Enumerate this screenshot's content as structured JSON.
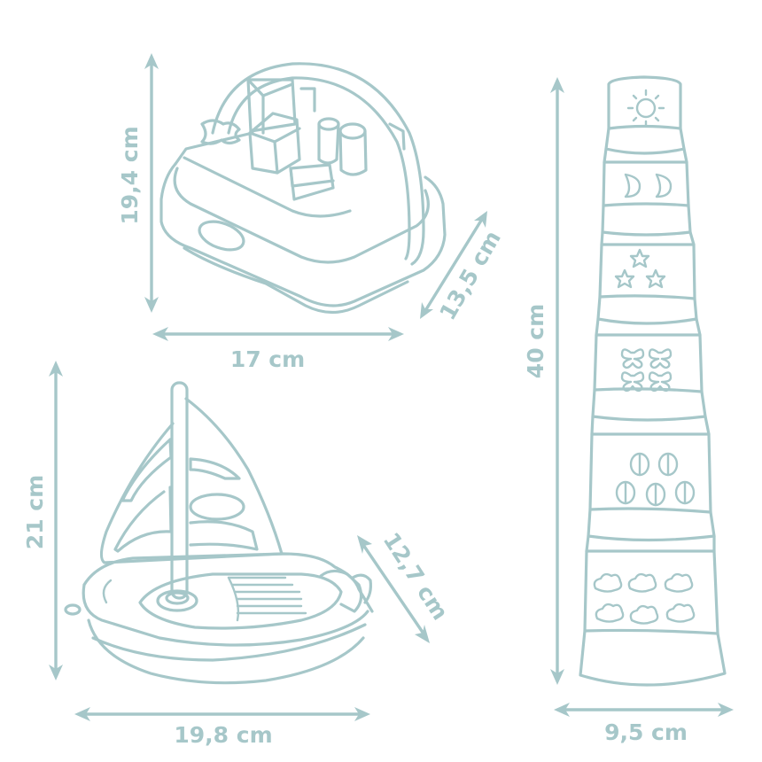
{
  "colors": {
    "line": "#a6c7c9",
    "background": "#ffffff"
  },
  "products": [
    {
      "name": "Shape sorter basket",
      "dimensions": {
        "height": "19,4 cm",
        "width": "17 cm",
        "depth": "13,5 cm"
      }
    },
    {
      "name": "Sailboat",
      "dimensions": {
        "height": "21 cm",
        "width": "19,8 cm",
        "depth": "12,7 cm"
      }
    },
    {
      "name": "Stacking cups tower",
      "dimensions": {
        "height": "40 cm",
        "width": "9,5 cm"
      },
      "cup_icons": [
        "sun-icon",
        "moon-icon",
        "star-icon",
        "butterfly-icon",
        "ladybug-icon",
        "cloud-icon"
      ]
    }
  ]
}
